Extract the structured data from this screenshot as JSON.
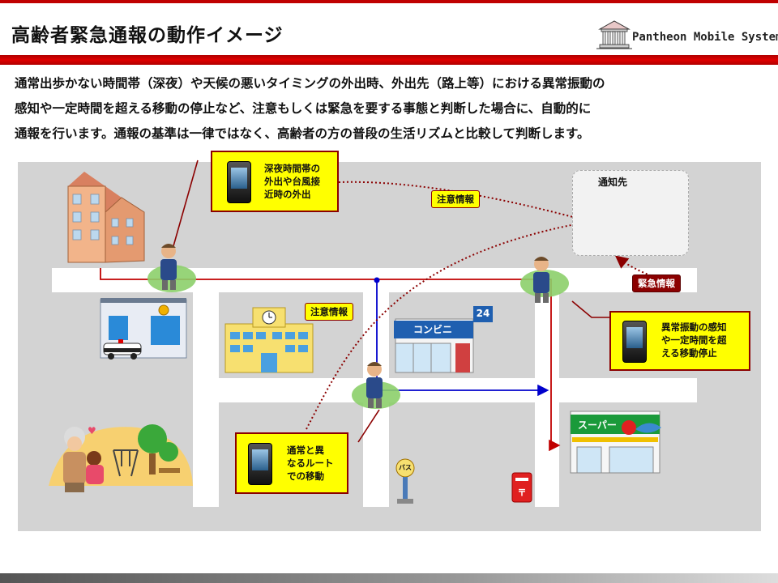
{
  "header": {
    "title": "高齢者緊急通報の動作イメージ",
    "logo_text": "Pantheon Mobile Systems"
  },
  "description": {
    "lines": [
      "通常出歩かない時間帯（深夜）や天候の悪いタイミングの外出時、外出先（路上等）における異常振動の",
      "感知や一定時間を超える移動の停止など、注意もしくは緊急を要する事態と判断した場合に、自動的に",
      "通報を行います。通報の基準は一律ではなく、高齢者の方の普段の生活リズムと比較して判断します。"
    ]
  },
  "diagram": {
    "destination_label": "通知先",
    "callouts": {
      "night": [
        "深夜時間帯の",
        "外出や台風接",
        "近時の外出"
      ],
      "abnormal": [
        "異常振動の感知",
        "や一定時間を超",
        "える移動停止"
      ],
      "route": [
        "通常と異",
        "なるルート",
        "での移動"
      ]
    },
    "tags": {
      "caution_top": "注意情報",
      "caution_mid": "注意情報",
      "emergency": "緊急情報"
    },
    "store_labels": {
      "convenience": "コンビニ",
      "convenience_hours": "24",
      "supermarket": "スーパー",
      "bus": "バス"
    },
    "colors": {
      "accent_red": "#c00000",
      "callout_fill": "#ffff00",
      "route_blue": "#0000cc"
    }
  }
}
